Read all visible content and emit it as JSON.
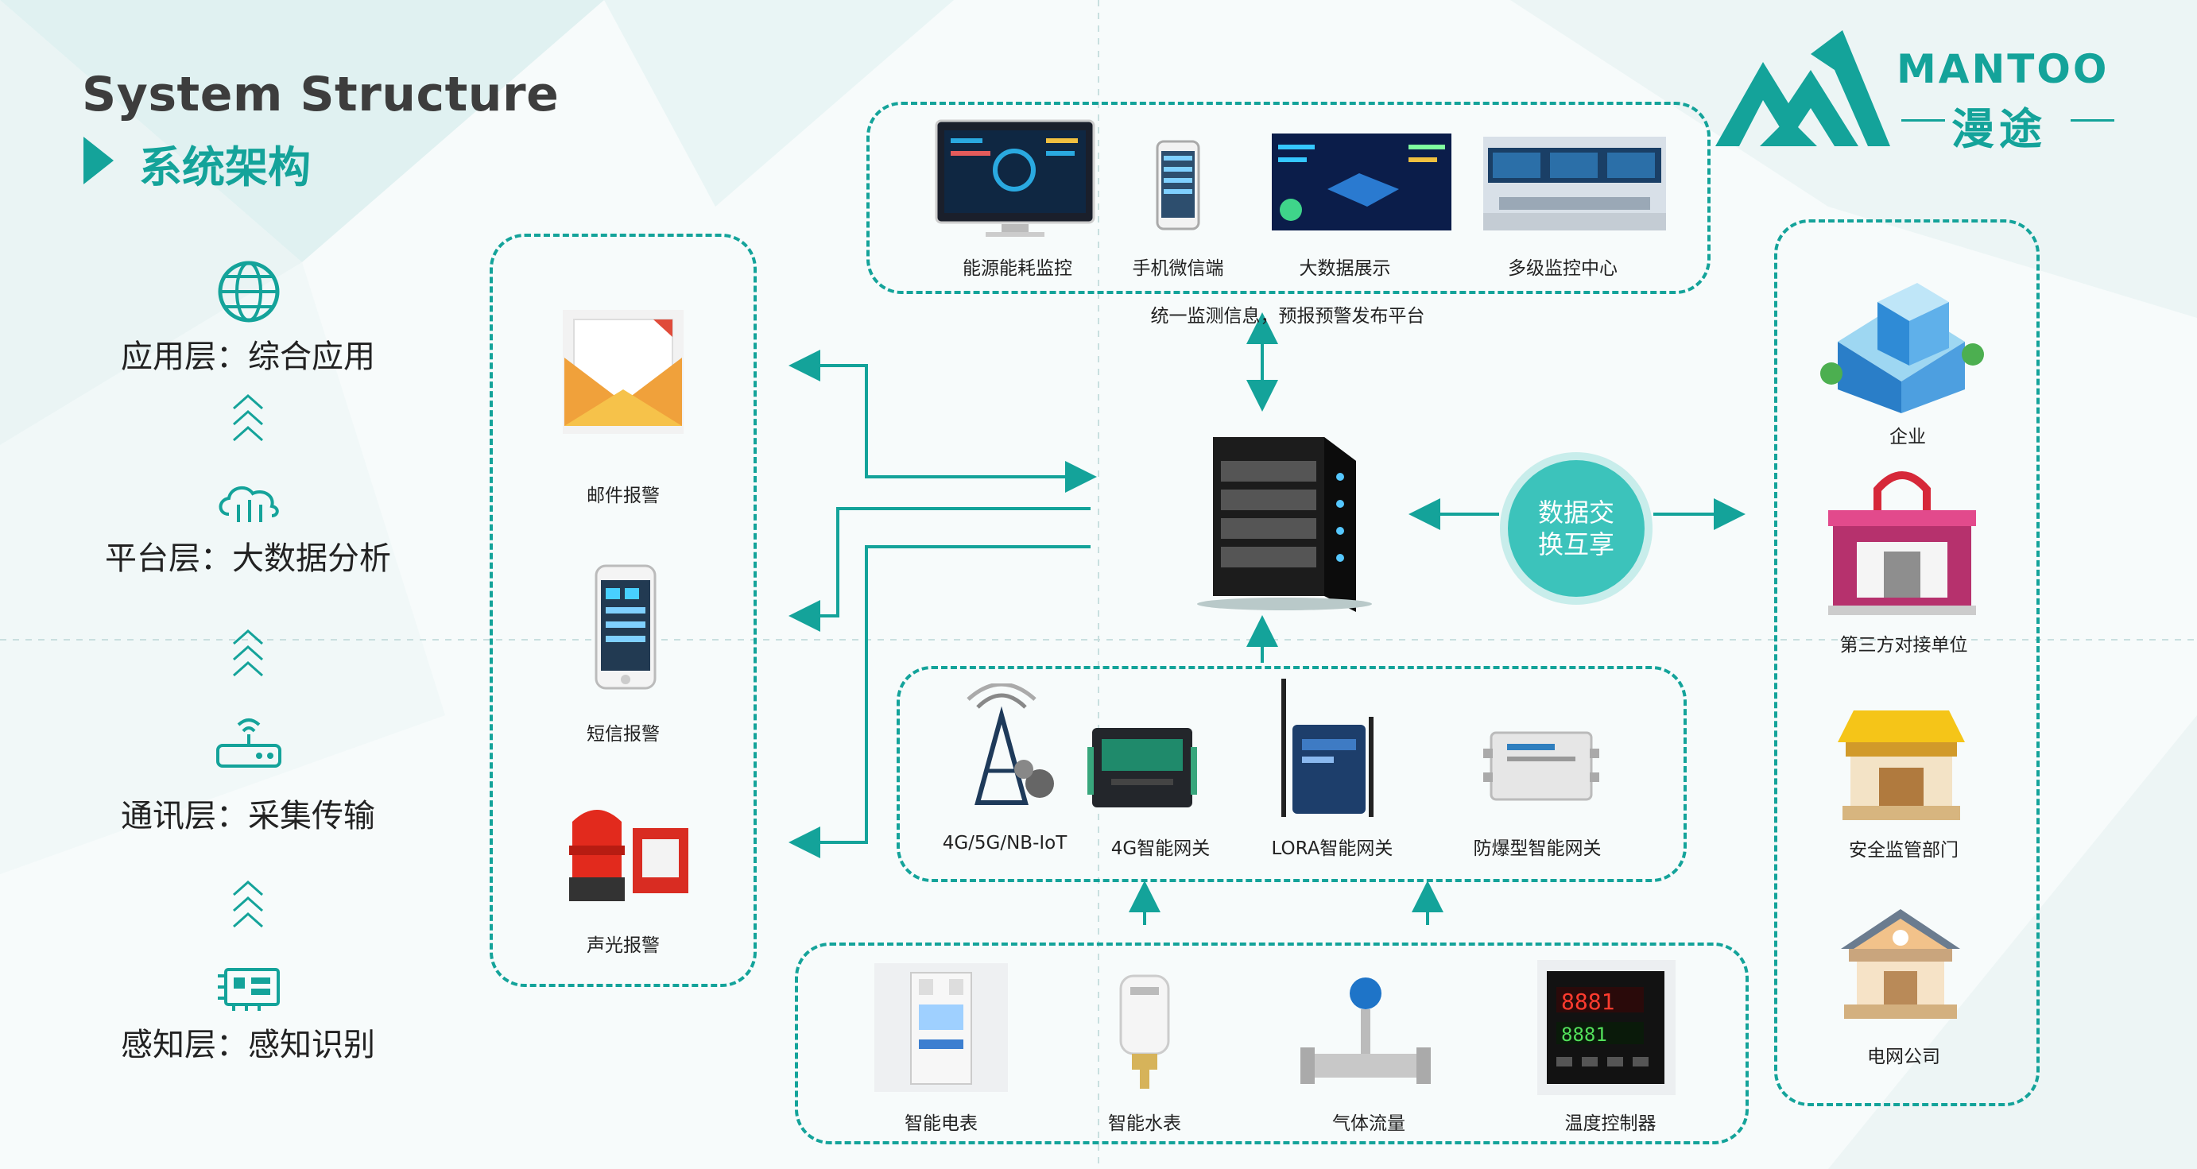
{
  "header": {
    "title_en": "System Structure",
    "title_zh": "系统架构"
  },
  "brand": {
    "name_en": "MANTOO",
    "name_zh": "漫途",
    "color": "#14a39a"
  },
  "layers": [
    {
      "label": "应用层：综合应用",
      "icon": "globe-icon"
    },
    {
      "label": "平台层：大数据分析",
      "icon": "cloud-network-icon"
    },
    {
      "label": "通讯层：采集传输",
      "icon": "router-icon"
    },
    {
      "label": "感知层：感知识别",
      "icon": "circuit-board-icon"
    }
  ],
  "applications": {
    "items": [
      "能源能耗监控",
      "手机微信端",
      "大数据展示",
      "多级监控中心"
    ],
    "caption": "统一监测信息，预报预警发布平台"
  },
  "alarms": [
    "邮件报警",
    "短信报警",
    "声光报警"
  ],
  "exchange": "数据交换互享",
  "gateways": [
    "4G/5G/NB-IoT",
    "4G智能网关",
    "LORA智能网关",
    "防爆型智能网关"
  ],
  "sensors": [
    "智能电表",
    "智能水表",
    "气体流量",
    "温度控制器"
  ],
  "parties": [
    "企业",
    "第三方对接单位",
    "安全监管部门",
    "电网公司"
  ],
  "colors": {
    "accent": "#14a39a",
    "exchange_bubble": "#3cc3bb",
    "text": "#222222"
  }
}
